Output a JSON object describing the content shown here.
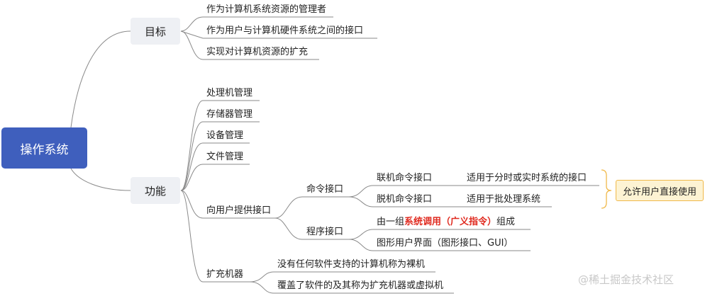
{
  "root": "操作系统",
  "goals": {
    "label": "目标",
    "items": [
      "作为计算机系统资源的管理者",
      "作为用户与计算机硬件系统之间的接口",
      "实现对计算机资源的扩充"
    ]
  },
  "functions": {
    "label": "功能",
    "items": [
      "处理机管理",
      "存储器管理",
      "设备管理",
      "文件管理"
    ],
    "user_interface": {
      "label": "向用户提供接口",
      "command": {
        "label": "命令接口",
        "online": "联机命令接口",
        "online_note": "适用于分时或实时系统的接口",
        "offline": "脱机命令接口",
        "offline_note": "适用于批处理系统",
        "callout": "允许用户直接使用"
      },
      "program": {
        "label": "程序接口",
        "line1_a": "由一组",
        "line1_red": "系统调用（广义指令）",
        "line1_b": "组成",
        "line2": "图形用户界面（图形接口、GUI）"
      }
    },
    "expand": {
      "label": "扩充机器",
      "items": [
        "没有任何软件支持的计算机称为裸机",
        "覆盖了软件的及其称为扩充机器或虚拟机"
      ]
    }
  },
  "watermark": "@稀土掘金技术社区"
}
